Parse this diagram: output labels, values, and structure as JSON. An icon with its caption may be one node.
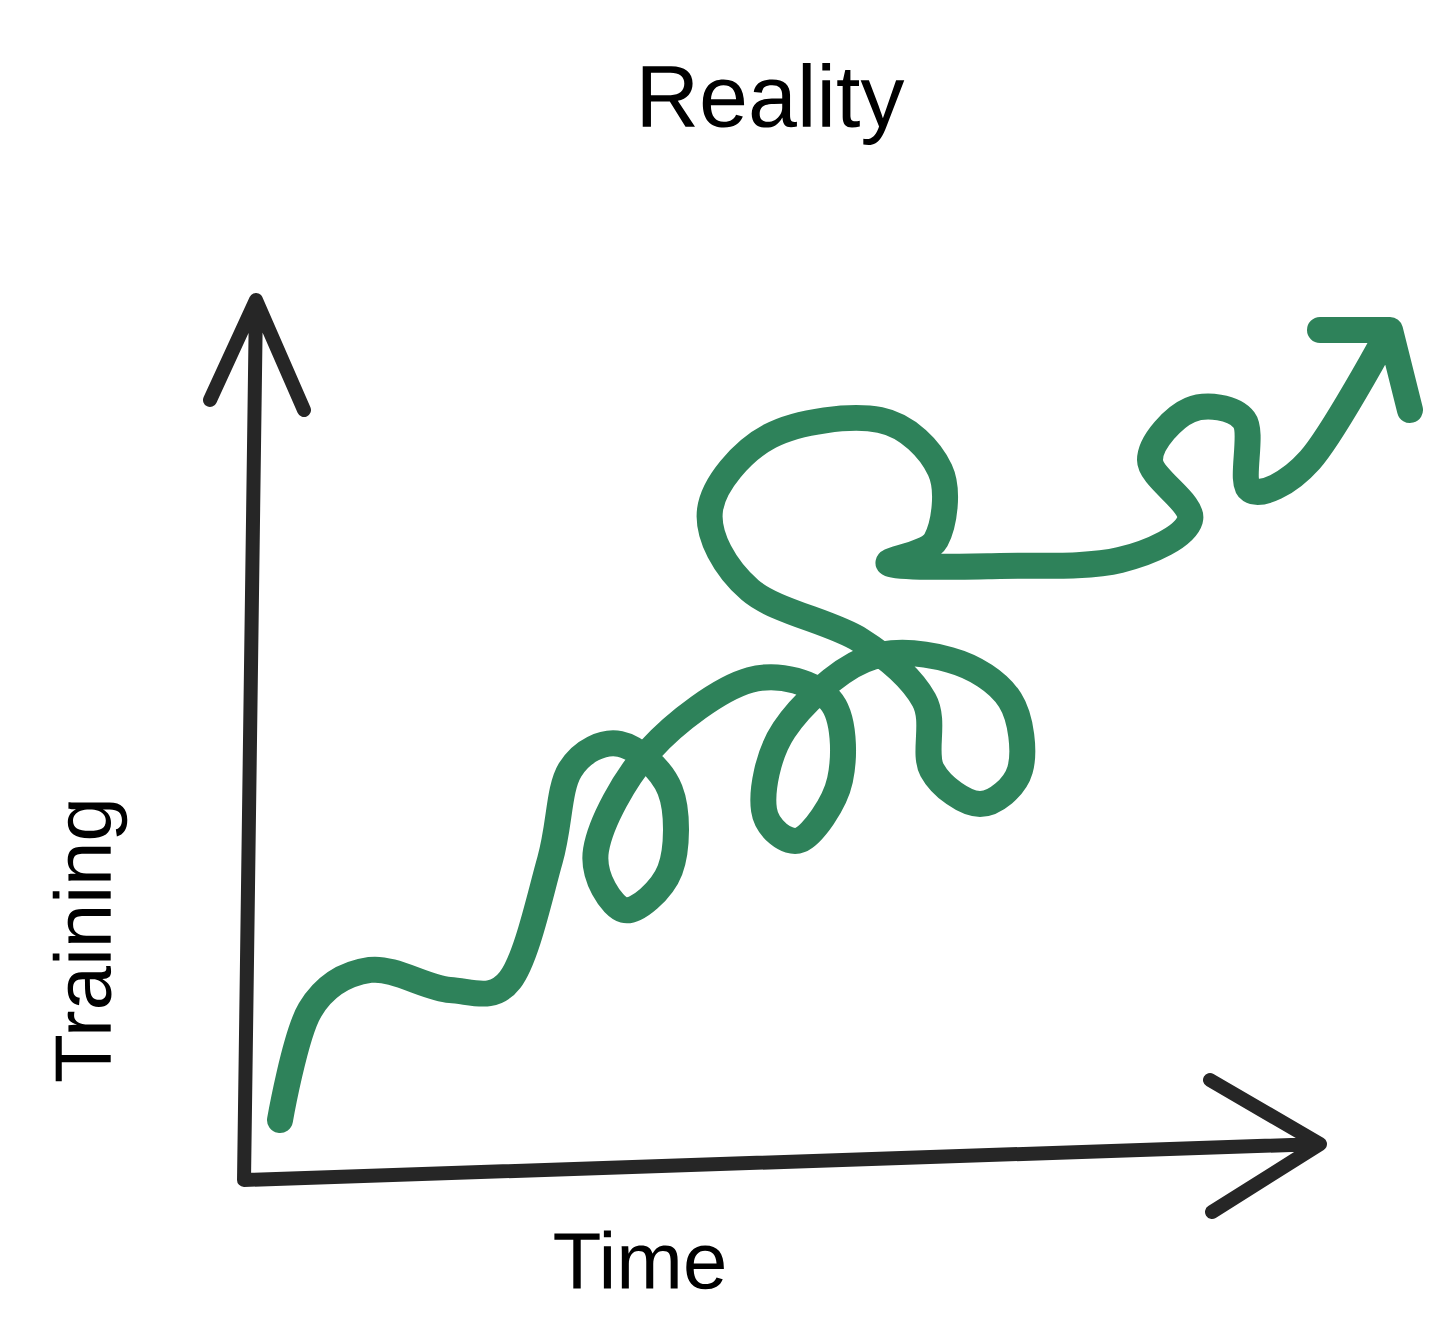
{
  "diagram": {
    "title": "Reality",
    "labels": [
      "Training",
      "Time"
    ]
  }
}
